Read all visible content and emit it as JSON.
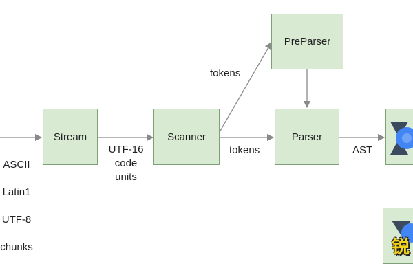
{
  "diagram": {
    "input_encodings": [
      "ASCII",
      "Latin1",
      "UTF-8",
      "chunks"
    ],
    "nodes": {
      "stream": "Stream",
      "scanner": "Scanner",
      "preparser": "PreParser",
      "parser": "Parser"
    },
    "edge_labels": {
      "stream_to_scanner": "UTF-16\ncode\nunits",
      "scanner_to_preparser": "tokens",
      "scanner_to_parser": "tokens",
      "parser_to_output": "AST"
    },
    "watermark": "锐"
  },
  "colors": {
    "node_fill": "#d9ead3",
    "node_border": "#7f9f78",
    "arrow": "#8a8a8a",
    "logo_blue": "#4285f4",
    "logo_dark": "#3b4a5c"
  },
  "icons": [
    "engine-logo-icon",
    "engine-logo-icon-partial"
  ]
}
